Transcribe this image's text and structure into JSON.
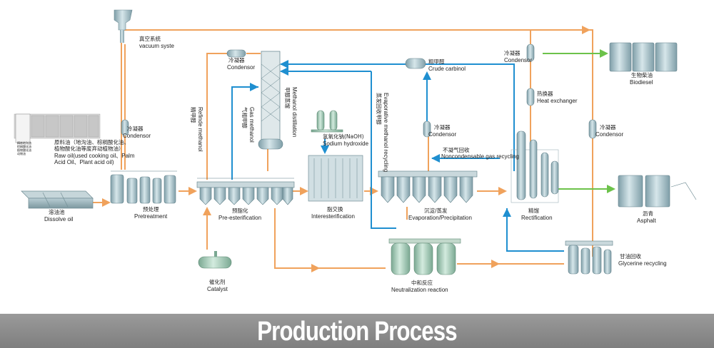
{
  "labels": {
    "vacuum": {
      "zh": "真空系统",
      "en": "vacuum syste"
    },
    "condensor_vac": {
      "zh": "冷凝器",
      "en": "Condensor"
    },
    "condensor_top": {
      "zh": "冷凝器",
      "en": "Condensor"
    },
    "rawoil": {
      "zh1": "原料油（地沟油、棕榈酸化油、",
      "zh2": "植物酸化油等废弃动植物油）",
      "en1": "Raw oil(used cooking oil、Palm",
      "en2": "Acid Oil、Plant acid oil)"
    },
    "dissolve": {
      "zh": "溶油池",
      "en": "Dissolve oil"
    },
    "pretreat": {
      "zh": "预处理",
      "en": "Pretreatment"
    },
    "refinde": {
      "zh": "精甲醇",
      "en": "Refinde methanol"
    },
    "gasmeth": {
      "zh": "气相甲醇",
      "en": "Gas methanol"
    },
    "methdist": {
      "zh": "甲醇蒸馏",
      "en": "Methanol distillation"
    },
    "preester": {
      "zh": "预脂化",
      "en": "Pre-esterification"
    },
    "catalyst": {
      "zh": "催化剂",
      "en": "Catalyst"
    },
    "naoh": {
      "zh": "氢氧化钠(NaOH)",
      "en": "Sodium hydroxide"
    },
    "inter": {
      "zh": "脂交换",
      "en": "Interesterification"
    },
    "evapmeth": {
      "zh": "蒸发回收甲醇",
      "en": "Evaporative methanol recycling"
    },
    "crude": {
      "zh": "粗甲醇",
      "en": "Crude carbinol"
    },
    "condensor_mid": {
      "zh": "冷凝器",
      "en": "Condensor"
    },
    "noncond": {
      "zh": "不凝气回收",
      "en": "Noncondensable gas recycling"
    },
    "evap": {
      "zh": "沉淀/蒸发",
      "en": "Evaporation/Precipitation"
    },
    "neutral": {
      "zh": "中和反应",
      "en": "Neutralization reaction"
    },
    "heatex": {
      "zh": "热换器",
      "en": "Heat exchanger"
    },
    "rect": {
      "zh": "精馏",
      "en": "Rectification"
    },
    "condensor_right": {
      "zh": "冷凝器",
      "en": "Condensor"
    },
    "biodiesel": {
      "zh": "生物柴油",
      "en": "Biodiesel"
    },
    "asphalt": {
      "zh": "沥青",
      "en": "Asphalt"
    },
    "glycerine": {
      "zh": "甘油回收",
      "en": "Glycerine recycling"
    }
  },
  "barrel_text": {
    "l1": "精炼地沟油",
    "l2": "棕榈酸化油",
    "l3": "植物酸化油",
    "l4": "动物油"
  },
  "colors": {
    "orange": "#f0a25c",
    "blue": "#1f8fd0",
    "green": "#6cc24a",
    "vessel": "#a9c4cc",
    "banner": "#8a8a8a"
  },
  "footer": {
    "title": "Production Process"
  }
}
